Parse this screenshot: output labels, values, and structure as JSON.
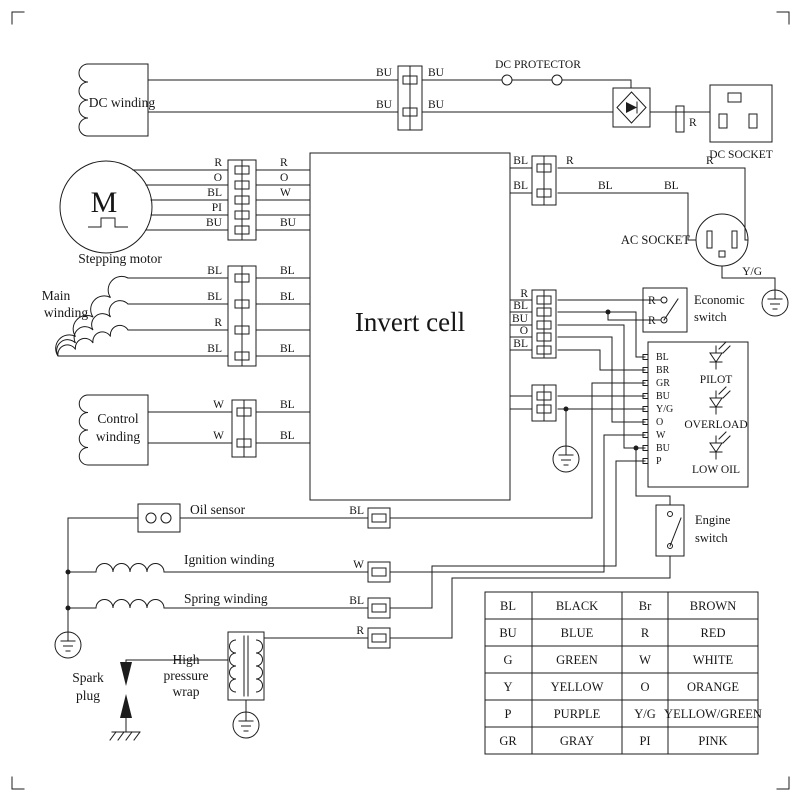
{
  "components": {
    "dc_winding": "DC winding",
    "dc_protector": "DC PROTECTOR",
    "dc_socket": "DC SOCKET",
    "stepping_motor": "Stepping motor",
    "motor_m": "M",
    "main_l1": "Main",
    "main_l2": "winding",
    "control_l1": "Control",
    "control_l2": "winding",
    "invert_cell": "Invert cell",
    "ac_socket": "AC SOCKET",
    "eco_l1": "Economic",
    "eco_l2": "switch",
    "pilot": "PILOT",
    "overload": "OVERLOAD",
    "low_oil": "LOW OIL",
    "engine_l1": "Engine",
    "engine_l2": "switch",
    "oil_sensor": "Oil sensor",
    "ignition_winding": "Ignition winding",
    "spring_winding": "Spring winding",
    "hp_l1": "High",
    "hp_l2": "pressure",
    "hp_l3": "wrap",
    "spark_l1": "Spark",
    "spark_l2": "plug"
  },
  "wires": {
    "dc": [
      "BU",
      "BU",
      "BU",
      "BU"
    ],
    "motor_left": [
      "R",
      "O",
      "BL",
      "PI",
      "BU"
    ],
    "motor_right": [
      "R",
      "O",
      "W",
      "",
      "BU"
    ],
    "main_left": [
      "BL",
      "BL",
      "R",
      "BL"
    ],
    "main_right": [
      "BL",
      "BL",
      "",
      "BL"
    ],
    "control_left": [
      "W",
      "W"
    ],
    "control_right": [
      "BL",
      "BL"
    ],
    "ac_line1": [
      "BL",
      "R",
      "R"
    ],
    "ac_line2": [
      "BL",
      "BL",
      "BL"
    ],
    "mid": [
      "R",
      "BL",
      "BU",
      "O",
      "BL"
    ],
    "eco": [
      "R",
      "R"
    ],
    "terminals": [
      "BL",
      "BR",
      "GR",
      "BU",
      "Y/G",
      "O",
      "W",
      "BU",
      "P"
    ],
    "oil": "BL",
    "ignition": "W",
    "spring": "BL",
    "coil": "R",
    "resistor": "R",
    "ground": "Y/G"
  },
  "legend": {
    "rows": [
      {
        "a1": "BL",
        "n1": "BLACK",
        "a2": "Br",
        "n2": "BROWN"
      },
      {
        "a1": "BU",
        "n1": "BLUE",
        "a2": "R",
        "n2": "RED"
      },
      {
        "a1": "G",
        "n1": "GREEN",
        "a2": "W",
        "n2": "WHITE"
      },
      {
        "a1": "Y",
        "n1": "YELLOW",
        "a2": "O",
        "n2": "ORANGE"
      },
      {
        "a1": "P",
        "n1": "PURPLE",
        "a2": "Y/G",
        "n2": "YELLOW/GREEN"
      },
      {
        "a1": "GR",
        "n1": "GRAY",
        "a2": "PI",
        "n2": "PINK"
      }
    ]
  }
}
